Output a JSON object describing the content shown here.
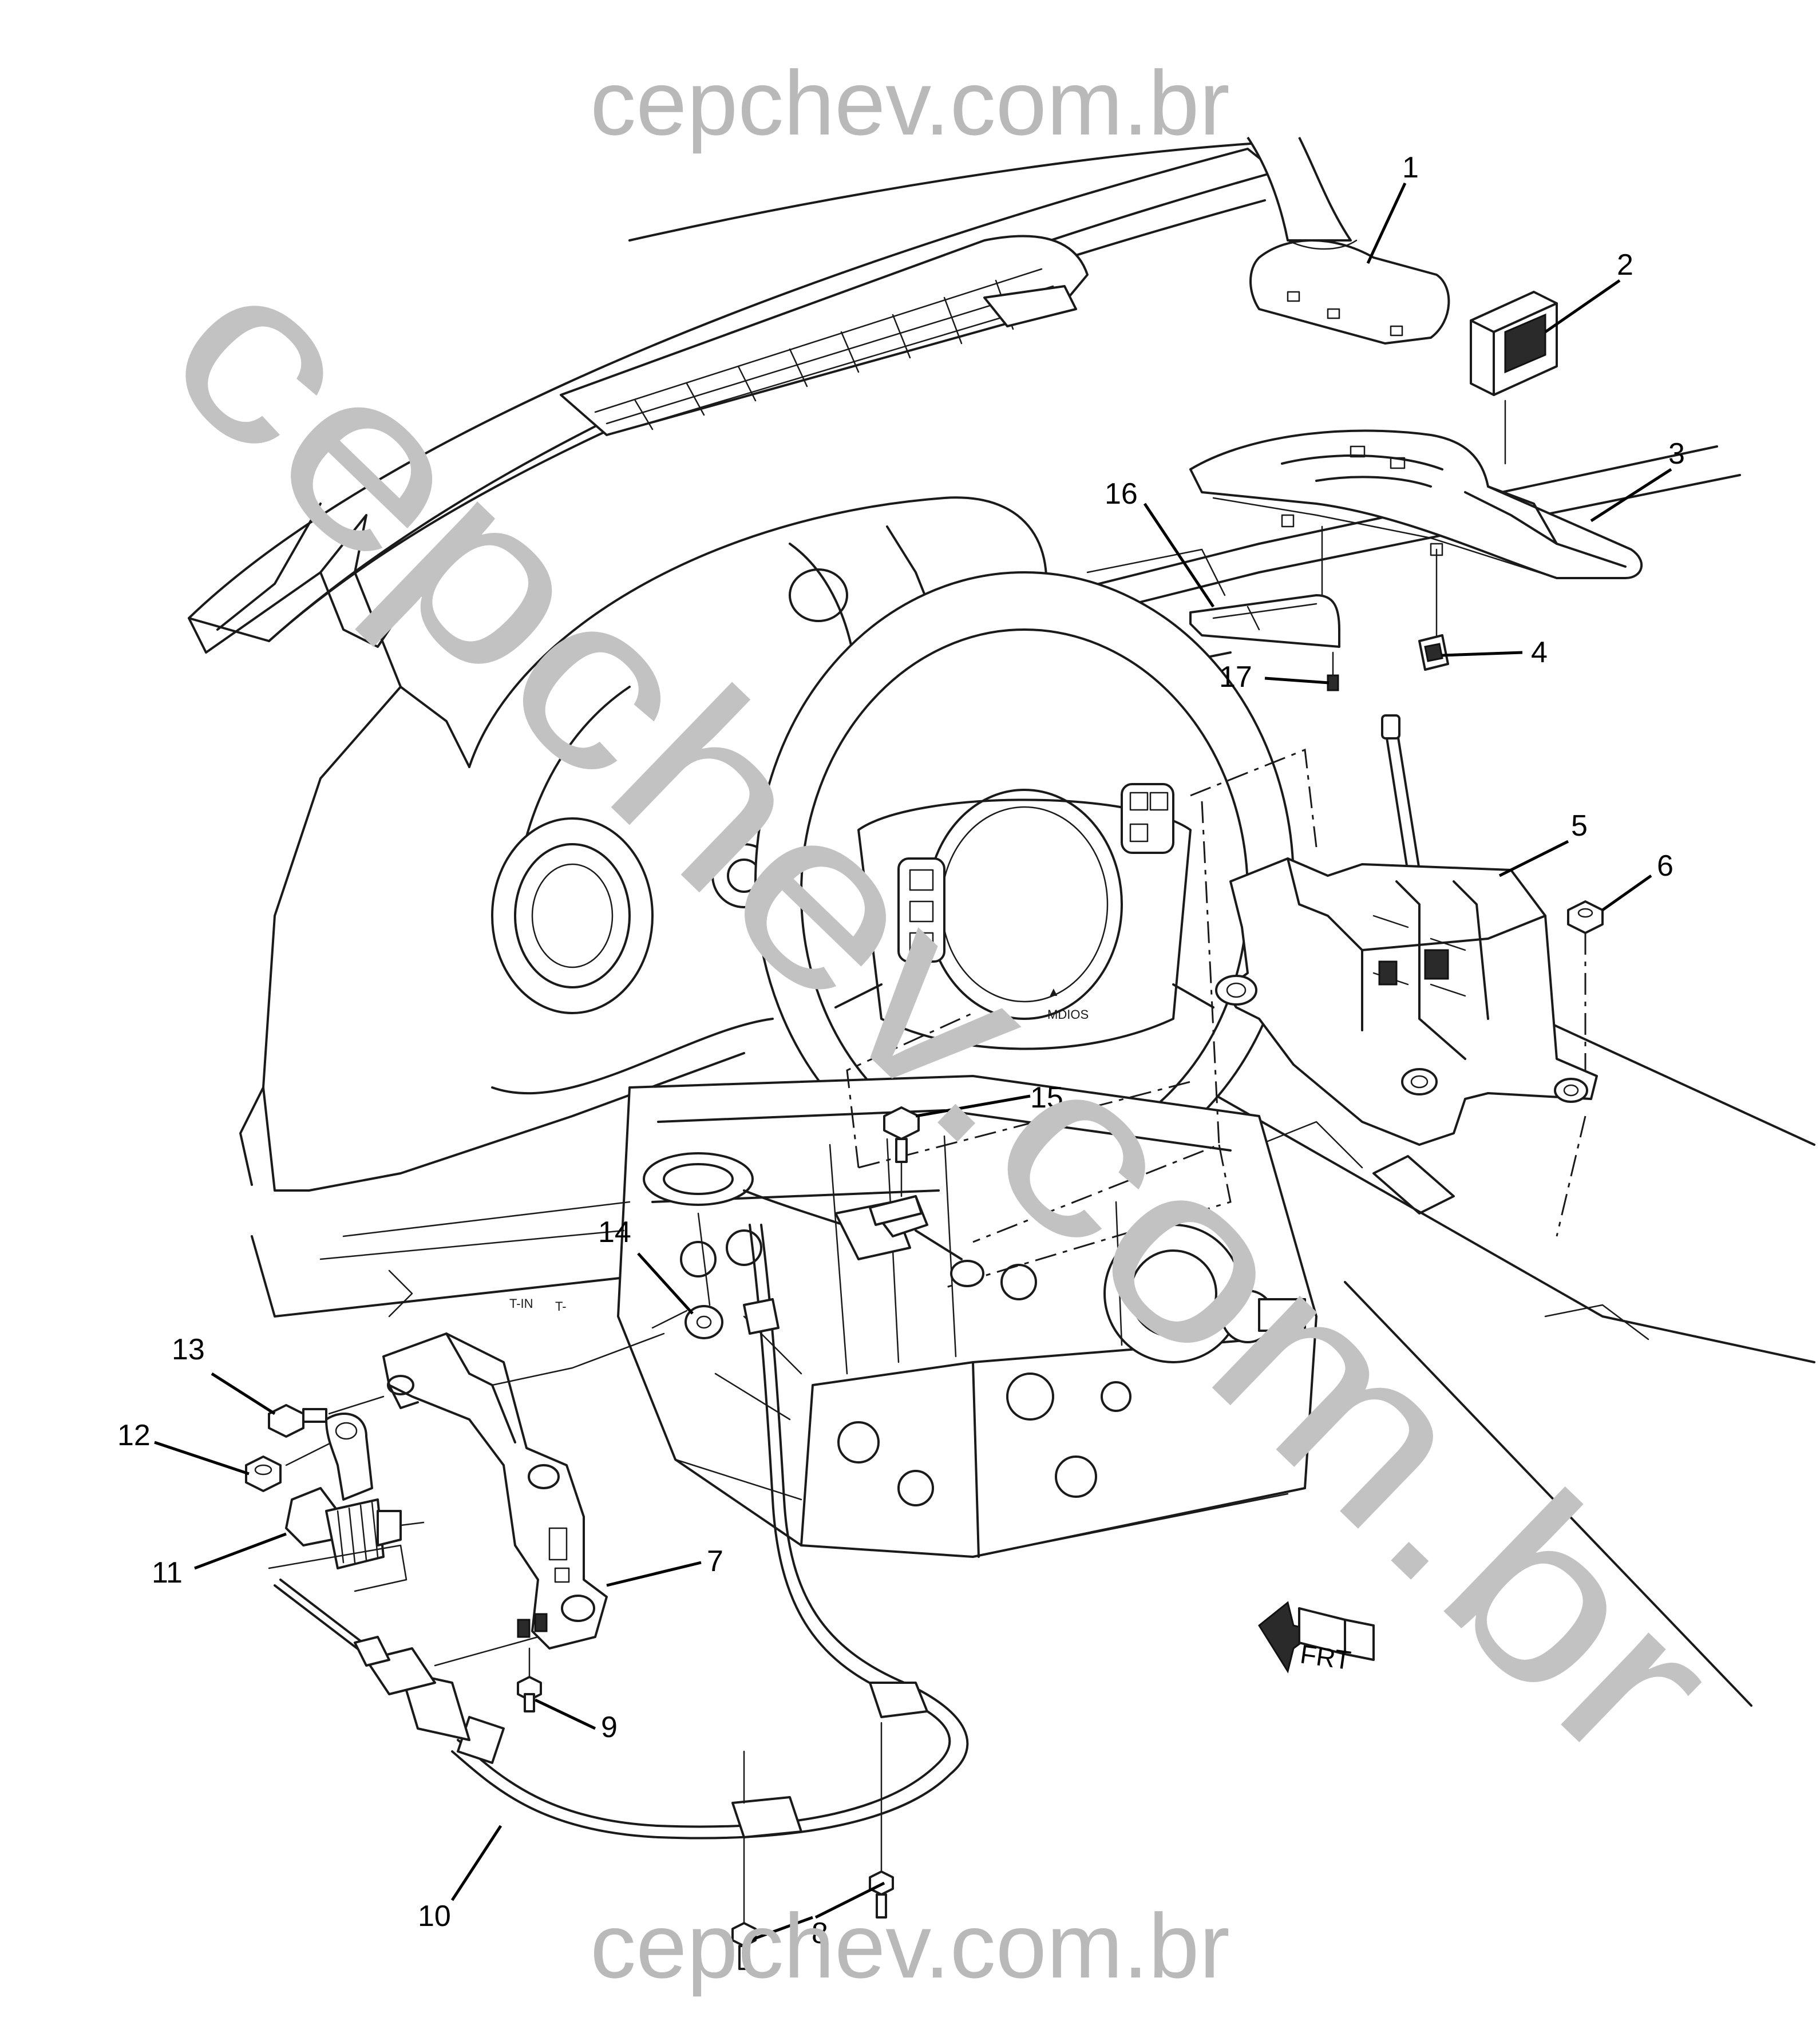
{
  "watermark": {
    "top": "cepchev.com.br",
    "bottom": "cepchev.com.br",
    "diagonal": "cepchev.com.br",
    "color": "#b9b9b9"
  },
  "callouts": [
    {
      "id": "1",
      "label": "1"
    },
    {
      "id": "2",
      "label": "2"
    },
    {
      "id": "3",
      "label": "3"
    },
    {
      "id": "4",
      "label": "4"
    },
    {
      "id": "5",
      "label": "5"
    },
    {
      "id": "6",
      "label": "6"
    },
    {
      "id": "7",
      "label": "7"
    },
    {
      "id": "8",
      "label": "8"
    },
    {
      "id": "9",
      "label": "9"
    },
    {
      "id": "10",
      "label": "10"
    },
    {
      "id": "11",
      "label": "11"
    },
    {
      "id": "12",
      "label": "12"
    },
    {
      "id": "13",
      "label": "13"
    },
    {
      "id": "14",
      "label": "14"
    },
    {
      "id": "15",
      "label": "15"
    },
    {
      "id": "16",
      "label": "16"
    },
    {
      "id": "17",
      "label": "17"
    }
  ],
  "direction_indicator": {
    "label": "FRT",
    "icon": "front-arrow-icon"
  },
  "transmission_marks": {
    "t_in": "T-IN",
    "t_out": "T-"
  }
}
